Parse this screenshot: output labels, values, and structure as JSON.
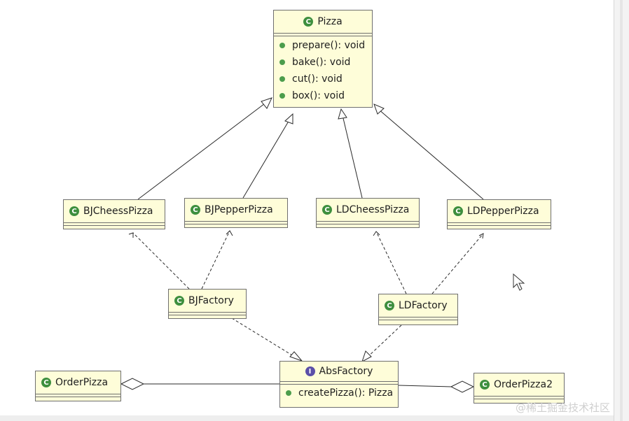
{
  "classes": {
    "pizza": {
      "name": "Pizza",
      "icon": "class-icon",
      "methods": [
        "prepare(): void",
        "bake(): void",
        "cut(): void",
        "box(): void"
      ]
    },
    "bj_cheess_pizza": {
      "name": "BJCheessPizza",
      "icon": "class-icon"
    },
    "bj_pepper_pizza": {
      "name": "BJPepperPizza",
      "icon": "class-icon"
    },
    "ld_cheess_pizza": {
      "name": "LDCheessPizza",
      "icon": "class-icon"
    },
    "ld_pepper_pizza": {
      "name": "LDPepperPizza",
      "icon": "class-icon"
    },
    "bj_factory": {
      "name": "BJFactory",
      "icon": "class-icon"
    },
    "ld_factory": {
      "name": "LDFactory",
      "icon": "class-icon"
    },
    "abs_factory": {
      "name": "AbsFactory",
      "icon": "interface-icon",
      "methods": [
        "createPizza(): Pizza"
      ]
    },
    "order_pizza": {
      "name": "OrderPizza",
      "icon": "class-icon"
    },
    "order_pizza2": {
      "name": "OrderPizza2",
      "icon": "class-icon"
    }
  },
  "icons": {
    "class_letter": "C",
    "interface_letter": "I"
  },
  "watermark": "@稀土掘金技术社区",
  "colors": {
    "class_fill": "#fefdd9",
    "class_icon": "#3e8f3e",
    "interface_icon": "#5b4fa8",
    "method_dot": "#4c9d4c"
  }
}
